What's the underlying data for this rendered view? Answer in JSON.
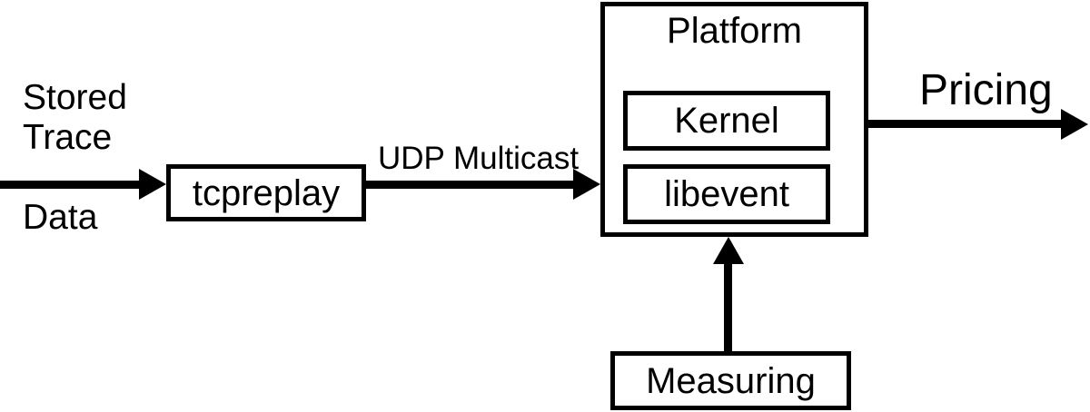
{
  "diagram": {
    "background_color": "#ffffff",
    "line_color": "#000000",
    "nodes": {
      "tcpreplay": "tcpreplay",
      "platform": "Platform",
      "kernel": "Kernel",
      "libevent": "libevent",
      "measuring": "Measuring"
    },
    "labels": {
      "stored_trace_lines": [
        "Stored",
        "Trace"
      ],
      "data_line": "Data",
      "udp_multicast": "UDP Multicast",
      "pricing": "Pricing"
    },
    "edges": [
      {
        "from": "stored-trace-data",
        "to": "tcpreplay",
        "label": ""
      },
      {
        "from": "tcpreplay",
        "to": "platform",
        "label": "UDP Multicast"
      },
      {
        "from": "platform",
        "to": "output",
        "label": "Pricing"
      },
      {
        "from": "measuring",
        "to": "platform",
        "label": ""
      }
    ]
  }
}
